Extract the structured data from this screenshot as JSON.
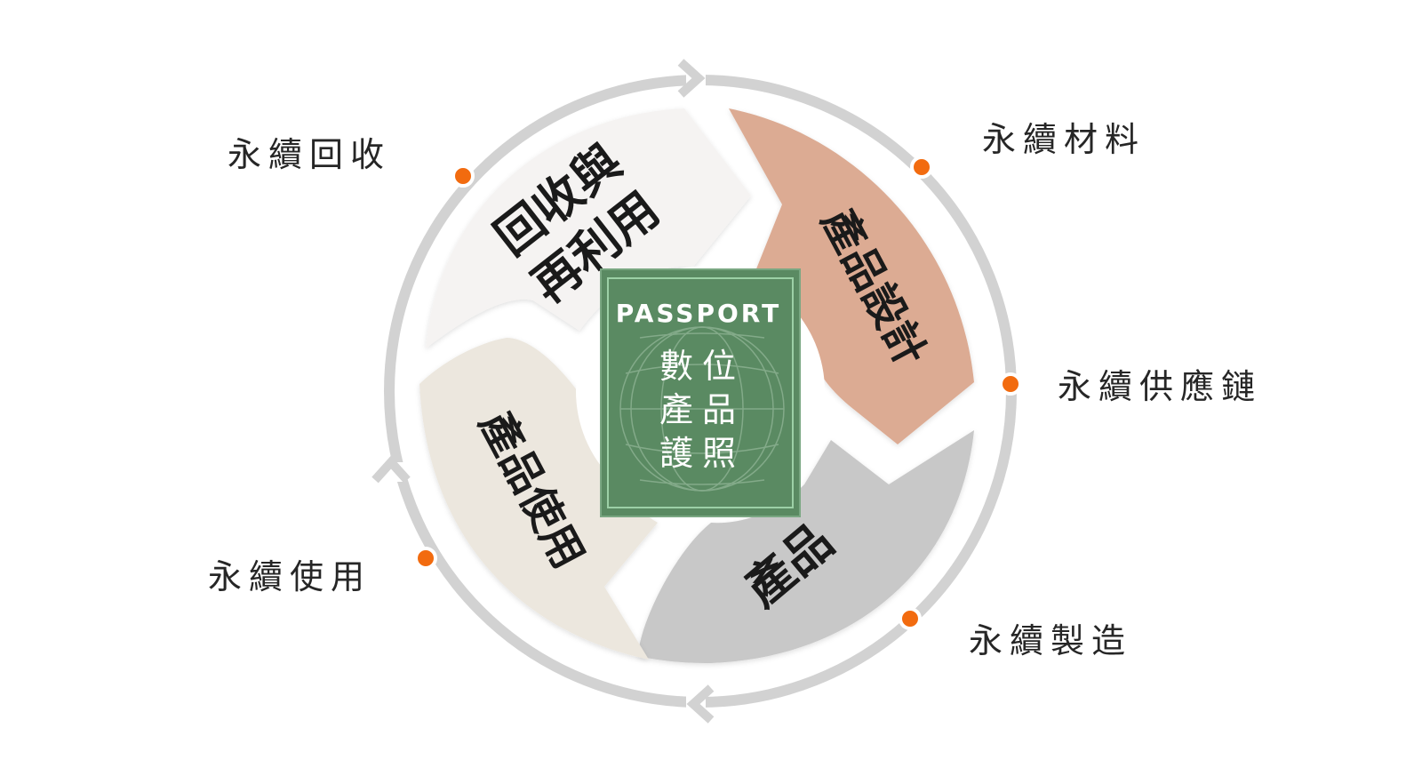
{
  "outer_labels": {
    "recycle": "永續回收",
    "materials": "永續材料",
    "supply_chain": "永續供應鏈",
    "usage": "永續使用",
    "manufacturing": "永續製造"
  },
  "segments": {
    "recycle_reuse": [
      "回收與",
      "再利用"
    ],
    "product_design": "產品設計",
    "product": "產品",
    "product_usage": "產品使用"
  },
  "passport": {
    "header": "PASSPORT",
    "line1": "數位",
    "line2": "產品",
    "line3": "護照"
  },
  "colors": {
    "ring": "#cfcfcf",
    "dot": "#f26b0f",
    "recycle_segment": "#f5f3f2",
    "design_segment": "#dcab93",
    "product_segment": "#c8c8c8",
    "usage_segment": "#ece7de",
    "passport_bg": "#5a8a62",
    "passport_border": "#86b791"
  }
}
